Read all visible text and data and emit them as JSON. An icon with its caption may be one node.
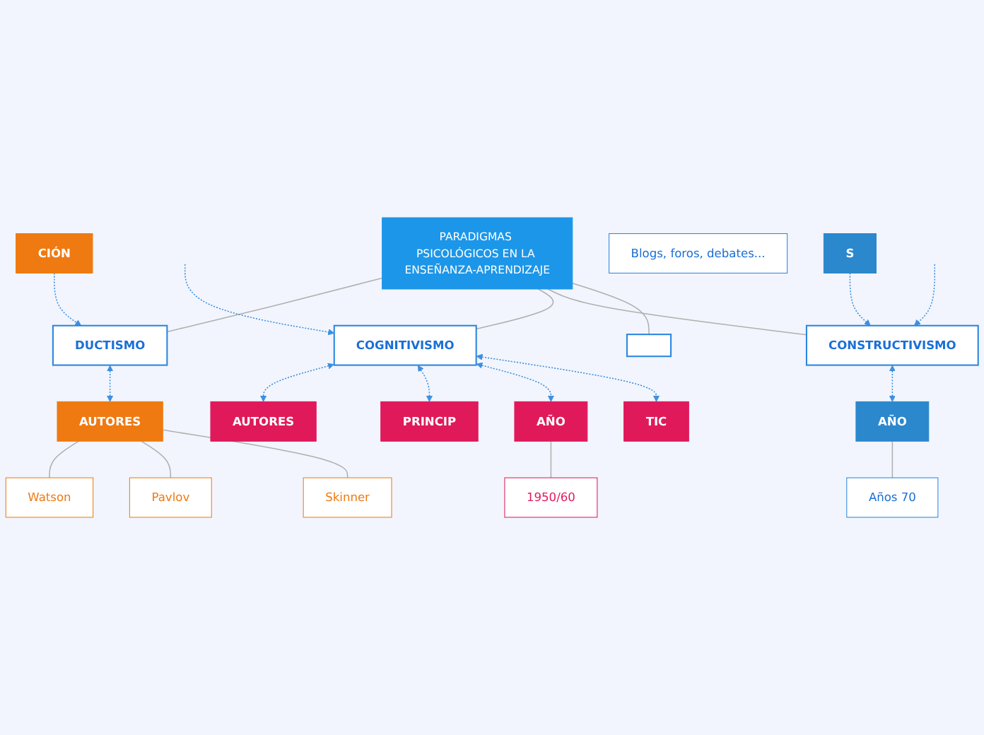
{
  "diagram": {
    "nodes": [
      {
        "text": [
          "PARADIGMAS PSICOLÓGICOS EN LA ENSEÑANZA-APRENDIZAJE"
        ]
      },
      {
        "text": [
          "DUCTISMO"
        ]
      },
      {
        "text": [
          "CIÓN"
        ]
      },
      {
        "text": [
          "AUTORES"
        ]
      },
      {
        "text": [
          "Watson"
        ]
      },
      {
        "text": [
          "Pavlov"
        ]
      },
      {
        "text": [
          "Skinner"
        ]
      },
      {
        "text": [
          "COGNITIVISMO"
        ]
      },
      {
        "text": [
          "AUTORES"
        ]
      },
      {
        "text": [
          "PRINCIP"
        ]
      },
      {
        "text": [
          "AÑO"
        ]
      },
      {
        "text": [
          "1950/60"
        ]
      },
      {
        "text": [
          "TIC"
        ]
      },
      {
        "text": [
          "CONSTRUCTIVISMO"
        ]
      },
      {
        "text": [
          "AÑO"
        ]
      },
      {
        "text": [
          "Años 70"
        ]
      },
      {
        "text": [
          "S"
        ]
      },
      {
        "text": [
          "Blogs, foros, debates..."
        ]
      },
      {
        "text": [],
        "shape": "box"
      }
    ],
    "edges": [
      {
        "from": 0,
        "to": 1,
        "arrow": "none",
        "color": "#b0b0b0"
      },
      {
        "from": 2,
        "to": 1,
        "arrow": "to",
        "style": "dashed"
      },
      {
        "from": 1,
        "to": 3,
        "arrow": "both",
        "style": "dashed"
      },
      {
        "from": 3,
        "to": 4,
        "arrow": "none",
        "color": "#b0b0b0"
      },
      {
        "from": 3,
        "to": 5,
        "arrow": "none",
        "color": "#b0b0b0"
      },
      {
        "from": 3,
        "to": 6,
        "arrow": "none",
        "color": "#b0b0b0"
      },
      {
        "from": 0,
        "to": 7,
        "arrow": "none",
        "color": "#b0b0b0"
      },
      {
        "from": 7,
        "to": 8,
        "arrow": "both",
        "style": "dashed"
      },
      {
        "from": 7,
        "to": 9,
        "arrow": "both",
        "style": "dashed"
      },
      {
        "from": 7,
        "to": 10,
        "arrow": "both",
        "style": "dashed"
      },
      {
        "from": 10,
        "to": 11,
        "arrow": "none",
        "color": "#b0b0b0"
      },
      {
        "from": 7,
        "to": 12,
        "arrow": "both",
        "style": "dashed"
      },
      {
        "from": null,
        "to": 7,
        "arrow": "to",
        "style": "dashed"
      },
      {
        "from": 0,
        "to": 13,
        "arrow": "none",
        "color": "#b0b0b0"
      },
      {
        "from": 13,
        "to": 14,
        "arrow": "both",
        "style": "dashed"
      },
      {
        "from": 14,
        "to": 15,
        "arrow": "none",
        "color": "#b0b0b0"
      },
      {
        "from": 16,
        "to": 13,
        "arrow": "to",
        "style": "dashed"
      },
      {
        "from": null,
        "to": 13,
        "arrow": "to",
        "style": "dashed"
      },
      {
        "from": 0,
        "to": 18,
        "arrow": "none",
        "color": "#b0b0b0"
      }
    ]
  }
}
